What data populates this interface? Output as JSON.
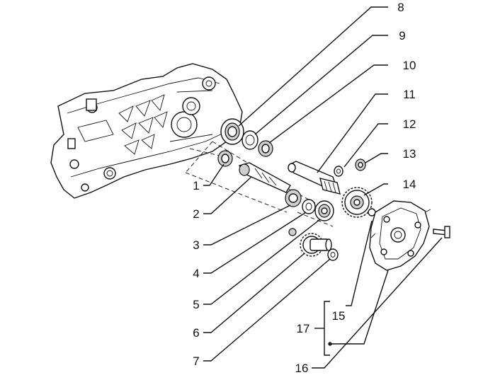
{
  "figure": {
    "part_labels": [
      "1",
      "2",
      "3",
      "4",
      "5",
      "6",
      "7",
      "8",
      "9",
      "10",
      "11",
      "12",
      "13",
      "14",
      "15",
      "16",
      "17"
    ]
  }
}
